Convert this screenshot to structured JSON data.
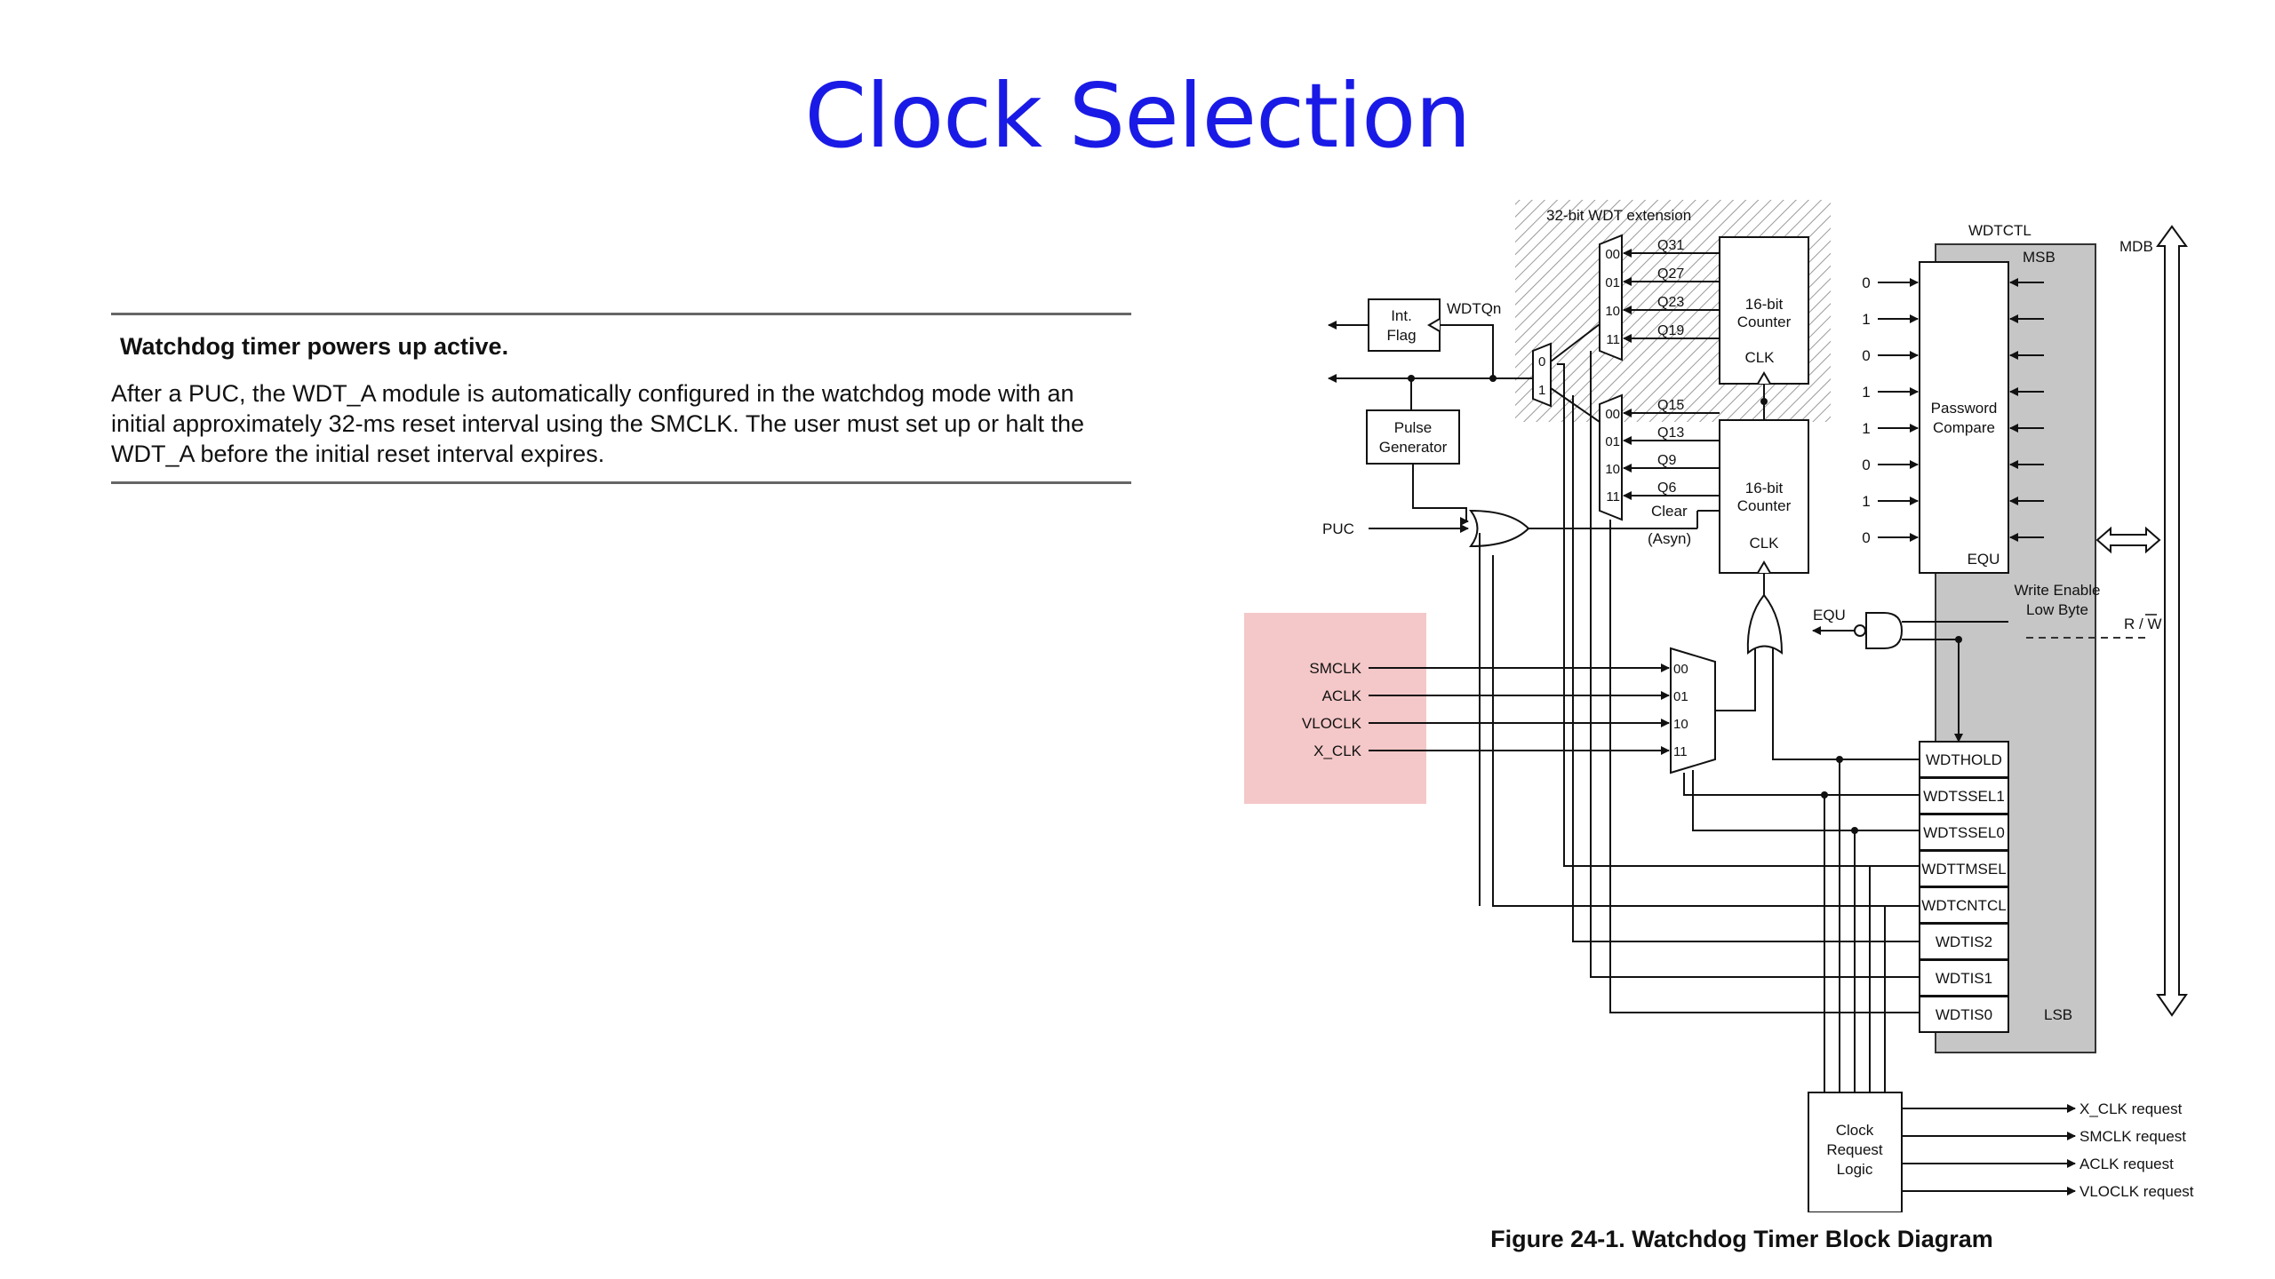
{
  "slide": {
    "title": "Clock Selection"
  },
  "note": {
    "heading": "Watchdog timer powers up active.",
    "body": "After a PUC, the WDT_A module is automatically configured in the watchdog mode with an initial approximately 32-ms reset interval using the SMCLK. The user must set up or halt the WDT_A before the initial reset interval expires."
  },
  "diagram": {
    "caption": "Figure 24-1. Watchdog Timer Block Diagram",
    "highlight_color": "#f4c7c8",
    "wdt_extension_label": "32-bit WDT extension",
    "mux_top_selectors": [
      "00",
      "01",
      "10",
      "11"
    ],
    "mux_top_taps": [
      "Q31",
      "Q27",
      "Q23",
      "Q19"
    ],
    "mux_bottom_selectors": [
      "00",
      "01",
      "10",
      "11"
    ],
    "mux_bottom_taps": [
      "Q15",
      "Q13",
      "Q9",
      "Q6"
    ],
    "mux_mid_inputs": [
      "0",
      "1"
    ],
    "counter_top": {
      "line1": "16-bit",
      "line2": "Counter",
      "clk": "CLK"
    },
    "counter_bottom": {
      "line1": "16-bit",
      "line2": "Counter",
      "clk": "CLK"
    },
    "clear_label": "Clear",
    "asyn_label": "(Asyn)",
    "int_flag": {
      "line1": "Int.",
      "line2": "Flag"
    },
    "wdtqn_label": "WDTQn",
    "pulse_generator": {
      "line1": "Pulse",
      "line2": "Generator"
    },
    "puc_label": "PUC",
    "clock_sources": [
      "SMCLK",
      "ACLK",
      "VLOCLK",
      "X_CLK"
    ],
    "clock_mux_selectors": [
      "00",
      "01",
      "10",
      "11"
    ],
    "wdtctl_label": "WDTCTL",
    "msb_label": "MSB",
    "lsb_label": "LSB",
    "mdb_label": "MDB",
    "password_compare": {
      "line1": "Password",
      "line2": "Compare",
      "equ": "EQU"
    },
    "password_bits": [
      "0",
      "1",
      "0",
      "1",
      "1",
      "0",
      "1",
      "0"
    ],
    "write_enable": {
      "line1": "Write Enable",
      "line2": "Low Byte"
    },
    "equ_label": "EQU",
    "rw_label": "R / W",
    "register_bits": [
      "WDTHOLD",
      "WDTSSEL1",
      "WDTSSEL0",
      "WDTTMSEL",
      "WDTCNTCL",
      "WDTIS2",
      "WDTIS1",
      "WDTIS0"
    ],
    "clock_request_logic": {
      "line1": "Clock",
      "line2": "Request",
      "line3": "Logic"
    },
    "clock_requests": [
      "X_CLK request",
      "SMCLK request",
      "ACLK request",
      "VLOCLK request"
    ]
  }
}
